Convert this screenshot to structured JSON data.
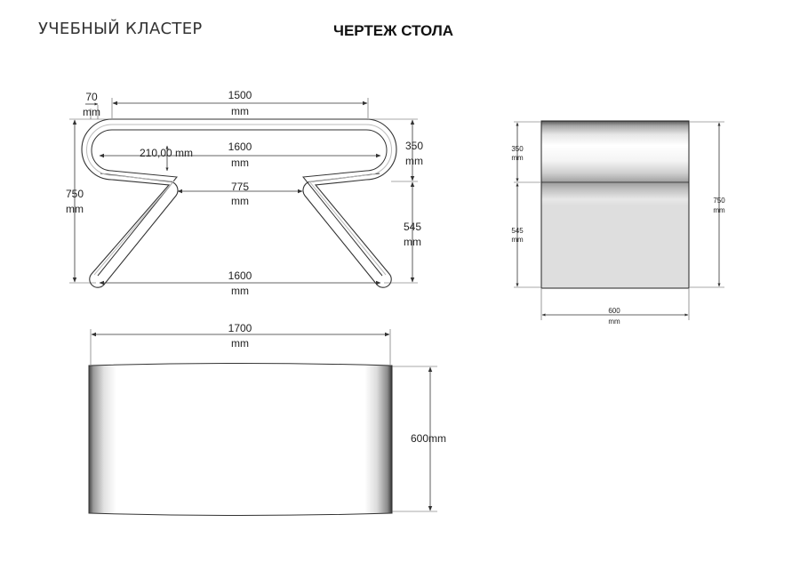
{
  "header": {
    "left_title": "УЧЕБНЫЙ КЛАСТЕР",
    "center_title": "ЧЕРТЕЖ СТОЛА"
  },
  "front_view": {
    "dim_tube": {
      "value": "70",
      "unit": "mm"
    },
    "dim_top": {
      "value": "1500",
      "unit": "mm"
    },
    "dim_mid": {
      "value": "1600",
      "unit": "mm"
    },
    "dim_gap": {
      "value": "210,00 mm"
    },
    "dim_inner": {
      "value": "775",
      "unit": "mm"
    },
    "dim_bottom": {
      "value": "1600",
      "unit": "mm"
    },
    "dim_height": {
      "value": "750",
      "unit": "mm"
    },
    "dim_upper": {
      "value": "350",
      "unit": "mm"
    },
    "dim_lower": {
      "value": "545",
      "unit": "mm"
    }
  },
  "top_view": {
    "dim_length": {
      "value": "1700",
      "unit": "mm"
    },
    "dim_depth": {
      "value": "600mm"
    }
  },
  "side_view": {
    "dim_upper": {
      "value": "350",
      "unit": "mm"
    },
    "dim_lower": {
      "value": "545",
      "unit": "mm"
    },
    "dim_height": {
      "value": "750",
      "unit": "mm"
    },
    "dim_width": {
      "value": "600",
      "unit": "mm"
    }
  }
}
